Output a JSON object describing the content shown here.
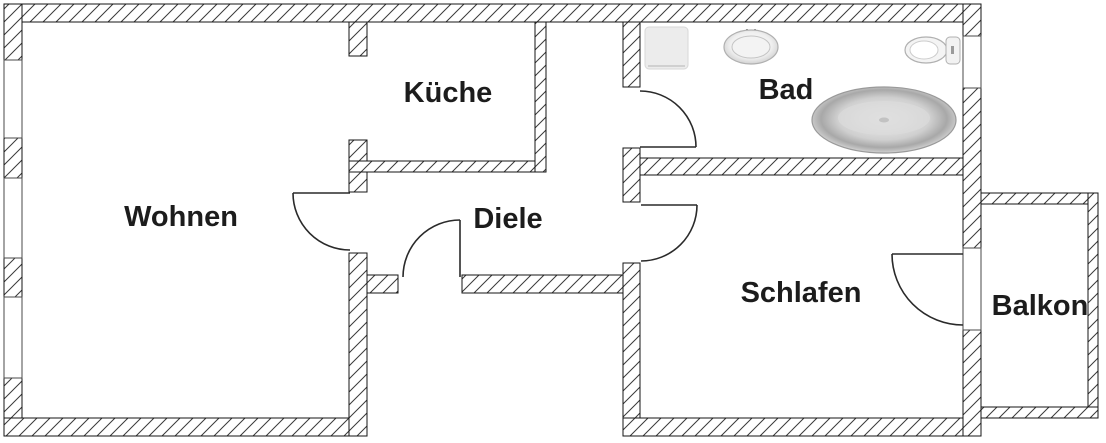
{
  "plan": {
    "type": "apartment-floor-plan",
    "rooms": {
      "wohnen": {
        "label": "Wohnen"
      },
      "kueche": {
        "label": "Küche"
      },
      "diele": {
        "label": "Diele"
      },
      "bad": {
        "label": "Bad"
      },
      "schlafen": {
        "label": "Schlafen"
      },
      "balkon": {
        "label": "Balkon"
      }
    },
    "bad_fixtures": [
      {
        "name": "washing-machine"
      },
      {
        "name": "sink"
      },
      {
        "name": "toilet"
      },
      {
        "name": "bathtub"
      }
    ],
    "doors": [
      {
        "name": "wohnen-door"
      },
      {
        "name": "diele-entrance-door"
      },
      {
        "name": "bad-door"
      },
      {
        "name": "schlafen-door"
      },
      {
        "name": "balkon-door"
      }
    ],
    "windows_count": 4,
    "colors": {
      "background": "#ffffff",
      "wall_outline": "#141414",
      "hatch_line": "#3a3a3a",
      "label_text": "#1c1c1c",
      "fixture_gray": "#ececec",
      "bathtub_gray": "#ababab"
    }
  }
}
